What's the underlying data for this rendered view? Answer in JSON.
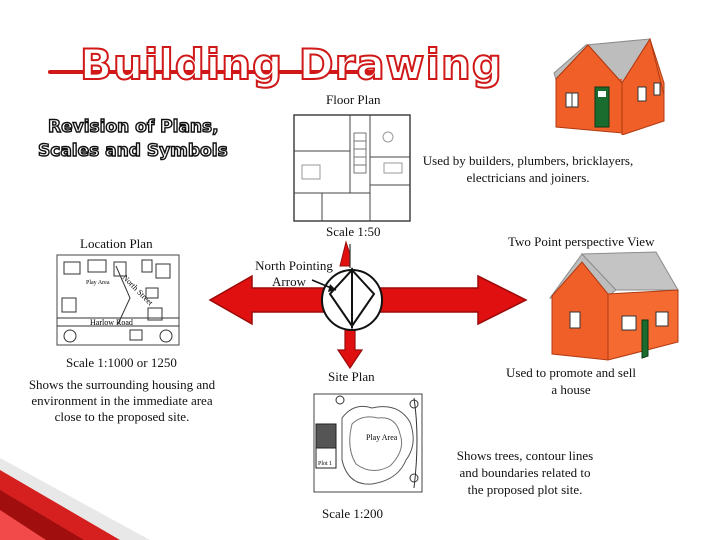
{
  "title": "Building Drawing",
  "subtitle_line1": "Revision of Plans,",
  "subtitle_line2": "Scales and Symbols",
  "floor_plan": {
    "label": "Floor Plan",
    "scale": "Scale 1:50",
    "note": "Used by builders, plumbers, bricklayers, electricians and joiners."
  },
  "location_plan": {
    "label": "Location Plan",
    "scale": "Scale 1:1000 or 1250",
    "description": "Shows the surrounding housing and environment in the immediate area close to the proposed site.",
    "map_labels": {
      "area": "Play Area",
      "street": "North Street",
      "road": "Harlow Road"
    }
  },
  "north_arrow": {
    "label_line1": "North Pointing",
    "label_line2": "Arrow"
  },
  "perspective": {
    "label": "Two Point perspective View",
    "note": "Used to promote and sell a house"
  },
  "site_plan": {
    "label": "Site Plan",
    "scale": "Scale 1:200",
    "description": "Shows trees, contour lines and boundaries related to the proposed plot site.",
    "map_labels": {
      "area": "Play Area",
      "plot": "Plot 1"
    }
  },
  "colors": {
    "title_red": "#d01818",
    "arrow_red": "#e01010",
    "wall_orange": "#f05f28",
    "roof_grey": "#b8b8b8",
    "door_green": "#1a6b2e"
  }
}
